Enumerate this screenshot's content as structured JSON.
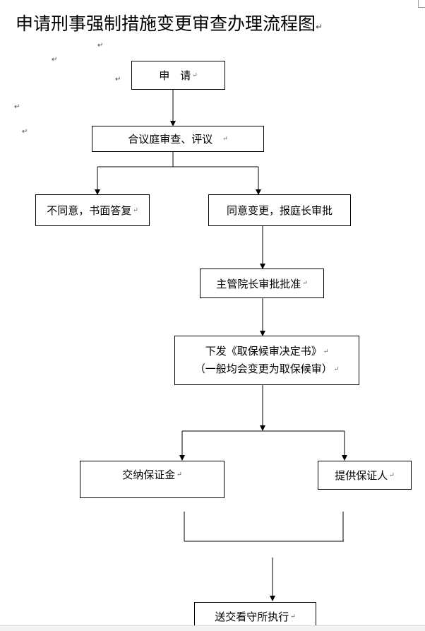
{
  "title": "申请刑事强制措施变更审查办理流程图",
  "paragraph_mark": "↵",
  "nodes": {
    "apply": "申　请",
    "review": "合议庭审查、评议",
    "disagree": "不同意，书面答复",
    "agree": "同意变更，报庭长审批",
    "president": "主管院长审批批准",
    "issue_line1": "下发《取保候审决定书》",
    "issue_line2": "（一般均会变更为取保候审）",
    "deposit": "交纳保证金",
    "guarantor": "提供保证人",
    "custody": "送交看守所执行"
  }
}
